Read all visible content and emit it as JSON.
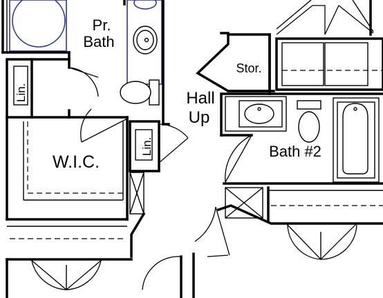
{
  "rooms": {
    "pr_bath_line1": "Pr.",
    "pr_bath_line2": "Bath",
    "wic": "W.I.C.",
    "lin_left": "Lin.",
    "lin_mid": "Lin.",
    "hall_line1": "Hall",
    "hall_line2": "Up",
    "stor": "Stor.",
    "bath2": "Bath #2"
  }
}
